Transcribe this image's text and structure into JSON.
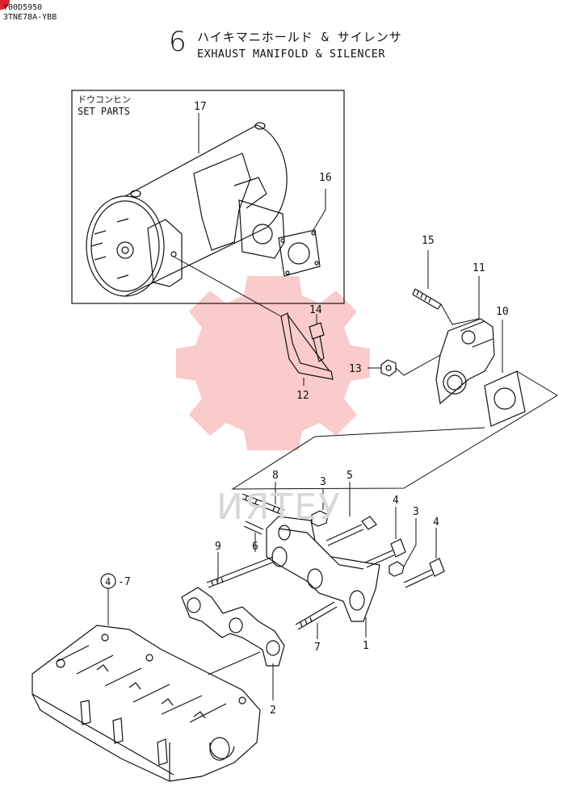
{
  "header": {
    "doc_code": "Y00D5950",
    "model_code": "3TNE78A-YBB",
    "section_number": "6",
    "title_jp": "ハイキマニホールド & サイレンサ",
    "title_en": "EXHAUST MANIFOLD & SILENCER"
  },
  "set_parts": {
    "label_jp": "ドウコンヒン",
    "label_en": "SET PARTS"
  },
  "watermark": {
    "text": "ИЯТЕУ",
    "color": "#f06060"
  },
  "callouts": [
    {
      "id": "17",
      "label": "17"
    },
    {
      "id": "16",
      "label": "16"
    },
    {
      "id": "15",
      "label": "15"
    },
    {
      "id": "11",
      "label": "11"
    },
    {
      "id": "10",
      "label": "10"
    },
    {
      "id": "14",
      "label": "14"
    },
    {
      "id": "13",
      "label": "13"
    },
    {
      "id": "12",
      "label": "12"
    },
    {
      "id": "8",
      "label": "8"
    },
    {
      "id": "3a",
      "label": "3"
    },
    {
      "id": "5",
      "label": "5"
    },
    {
      "id": "4a",
      "label": "4"
    },
    {
      "id": "3b",
      "label": "3"
    },
    {
      "id": "4b",
      "label": "4"
    },
    {
      "id": "6",
      "label": "6"
    },
    {
      "id": "9",
      "label": "9"
    },
    {
      "id": "7",
      "label": "7"
    },
    {
      "id": "1",
      "label": "1"
    },
    {
      "id": "2",
      "label": "2"
    }
  ],
  "reference": {
    "circled": "4",
    "suffix": "-7"
  }
}
